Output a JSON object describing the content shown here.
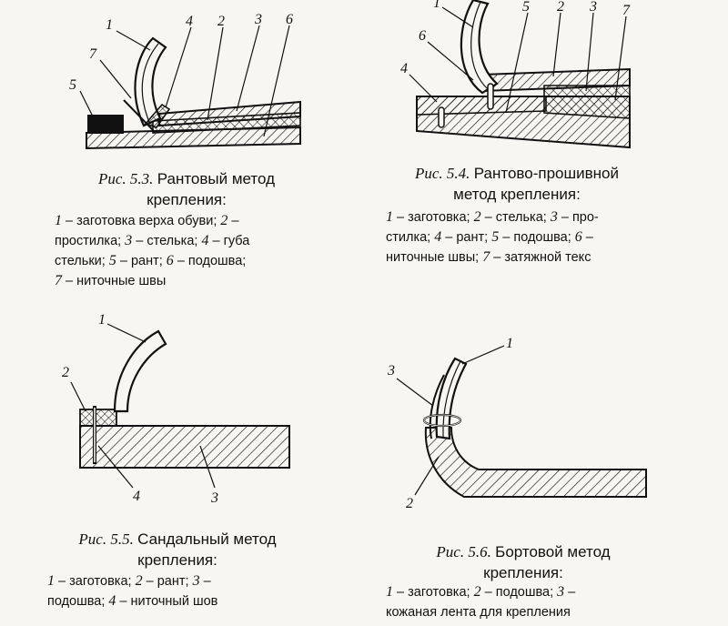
{
  "figures": [
    {
      "id": "5.3",
      "ref": "Рис. 5.3.",
      "title_l1": "Рантовый метод",
      "title_l2": "крепления:",
      "legend_lines": [
        [
          [
            "1",
            " – заготовка верха обуви; "
          ],
          [
            "2",
            " –"
          ]
        ],
        [
          [
            "",
            "простилка; "
          ],
          [
            "3",
            " – стелька; "
          ],
          [
            "4",
            " – губа"
          ]
        ],
        [
          [
            "",
            "стельки; "
          ],
          [
            "5",
            " – рант; "
          ],
          [
            "6",
            " – подошва;"
          ]
        ],
        [
          [
            "7",
            " – ниточные швы"
          ]
        ]
      ],
      "numbers": [
        "1",
        "2",
        "3",
        "4",
        "5",
        "6",
        "7"
      ]
    },
    {
      "id": "5.4",
      "ref": "Рис. 5.4.",
      "title_l1": "Рантово-прошивной",
      "title_l2": "метод крепления:",
      "legend_lines": [
        [
          [
            "1",
            " – заготовка; "
          ],
          [
            "2",
            " – стелька; "
          ],
          [
            "3",
            " – про-"
          ]
        ],
        [
          [
            "",
            "стилка; "
          ],
          [
            "4",
            " – рант; "
          ],
          [
            "5",
            " – подошва; "
          ],
          [
            "6",
            " –"
          ]
        ],
        [
          [
            "",
            "ниточные швы; "
          ],
          [
            "7",
            " – затяжной текс"
          ]
        ]
      ],
      "numbers": [
        "1",
        "2",
        "3",
        "4",
        "5",
        "6",
        "7"
      ]
    },
    {
      "id": "5.5",
      "ref": "Рис. 5.5.",
      "title_l1": "Сандальный метод",
      "title_l2": "крепления:",
      "legend_lines": [
        [
          [
            "1",
            " – заготовка; "
          ],
          [
            "2",
            " – рант; "
          ],
          [
            "3",
            " –"
          ]
        ],
        [
          [
            "",
            "подошва; "
          ],
          [
            "4",
            " – ниточный шов"
          ]
        ]
      ],
      "numbers": [
        "1",
        "2",
        "3",
        "4"
      ]
    },
    {
      "id": "5.6",
      "ref": "Рис. 5.6.",
      "title_l1": "Бортовой метод",
      "title_l2": "крепления:",
      "legend_lines": [
        [
          [
            "1",
            " – заготовка; "
          ],
          [
            "2",
            " – подошва; "
          ],
          [
            "3",
            " –"
          ]
        ],
        [
          [
            "",
            "кожаная лента для крепления"
          ]
        ]
      ],
      "numbers": [
        "1",
        "2",
        "3"
      ]
    }
  ]
}
